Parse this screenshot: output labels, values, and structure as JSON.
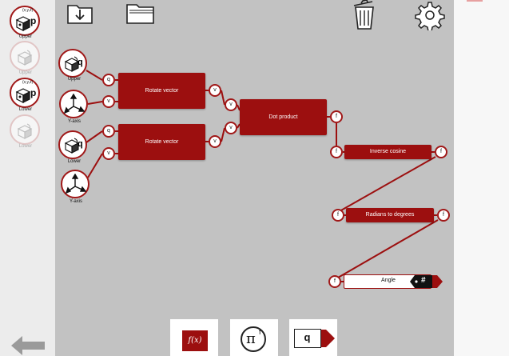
{
  "colors": {
    "accent": "#9c0f0f",
    "canvas": "#c2c2c2",
    "panel": "#ececec"
  },
  "toolbar": {
    "import_icon": "folder-download-icon",
    "open_icon": "folder-icon",
    "trash_icon": "trash-icon",
    "settings_icon": "gear-icon"
  },
  "library": [
    {
      "label": "Upper",
      "coord": "(x,y,z)",
      "letter": "p",
      "faded": false
    },
    {
      "label": "Upper",
      "coord": "",
      "letter": "",
      "faded": true
    },
    {
      "label": "Lower",
      "coord": "(x,y,z)",
      "letter": "p",
      "faded": false
    },
    {
      "label": "Lower",
      "coord": "",
      "letter": "",
      "faded": true
    }
  ],
  "nodes": {
    "upper": {
      "label": "Upper",
      "letter": "q",
      "port": "q"
    },
    "yaxis1": {
      "label": "Y-axis",
      "port": "v"
    },
    "lower": {
      "label": "Lower",
      "letter": "q",
      "port": "q"
    },
    "yaxis2": {
      "label": "Y-axis",
      "port": "v"
    }
  },
  "blocks": {
    "rotate1": {
      "label": "Rotate vector",
      "out_port": "v"
    },
    "rotate2": {
      "label": "Rotate vector",
      "out_port": "v"
    },
    "dot": {
      "label": "Dot product",
      "in_port_1": "v",
      "in_port_2": "v",
      "out_port": "f"
    },
    "acos": {
      "label": "Inverse cosine",
      "in_port": "f",
      "out_port": "f"
    },
    "rad2deg": {
      "label": "Radians to degrees",
      "in_port": "f",
      "out_port": "f"
    },
    "angle": {
      "label": "Angle",
      "in_port": "f",
      "symbol": "#"
    }
  },
  "bottom_tools": {
    "function": "f(x)",
    "constant_pi": "π",
    "constant_sup": "f",
    "quaternion": "q"
  },
  "nav": {
    "back_icon": "back-arrow-icon"
  }
}
